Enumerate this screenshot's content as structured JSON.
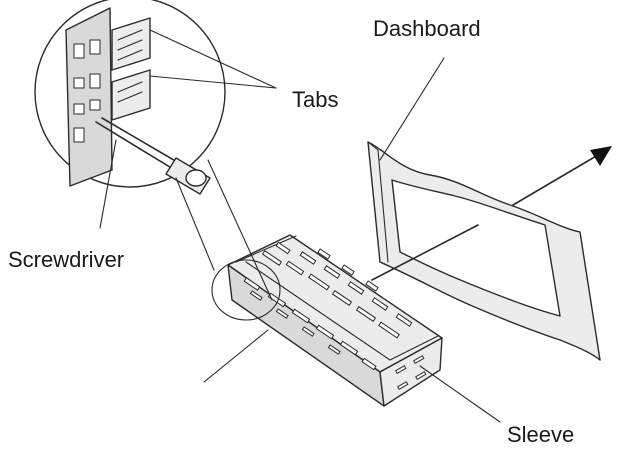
{
  "labels": {
    "dashboard": "Dashboard",
    "tabs": "Tabs",
    "screwdriver": "Screwdriver",
    "sleeve": "Sleeve"
  }
}
